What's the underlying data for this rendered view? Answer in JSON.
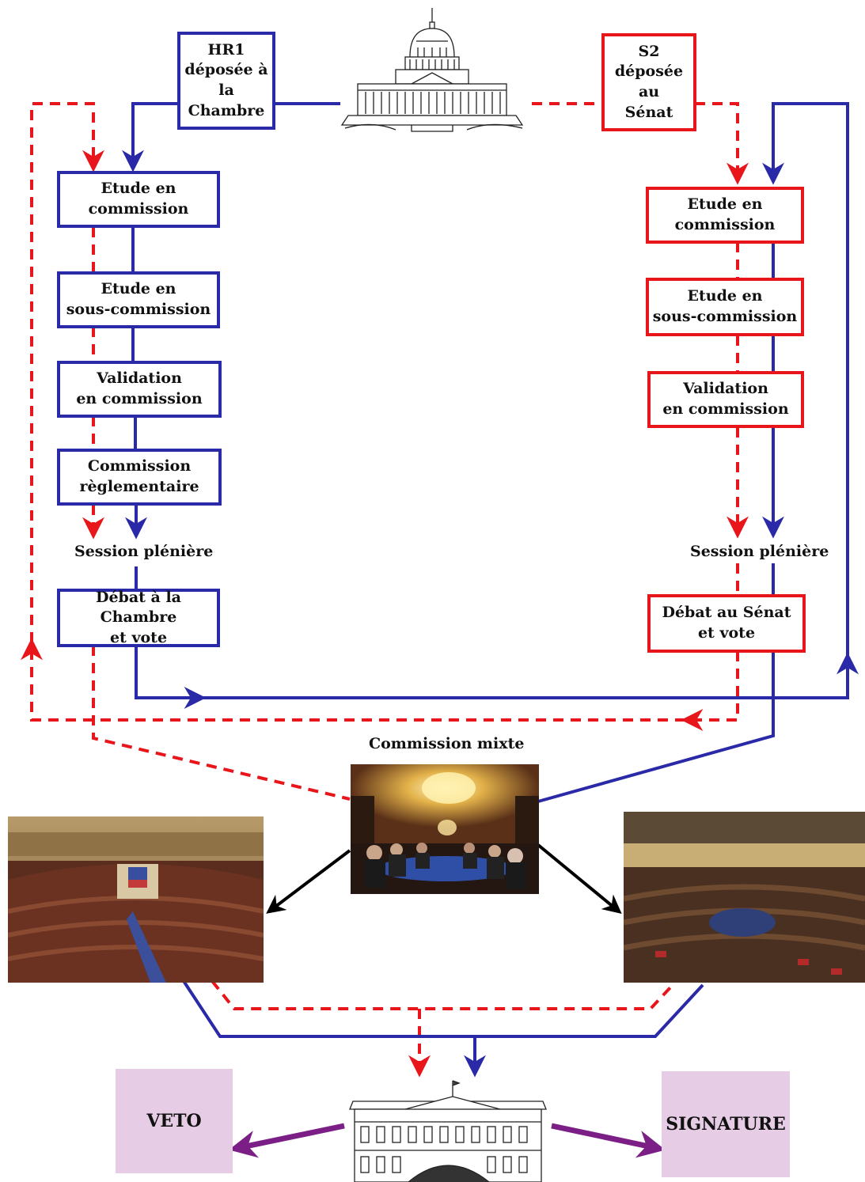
{
  "house_bill": {
    "l1": "HR1",
    "l2": "déposée à la",
    "l3": "Chambre"
  },
  "senate_bill": {
    "l1": "S2",
    "l2": "déposée au",
    "l3": "Sénat"
  },
  "house_steps": [
    {
      "l1": "Etude en",
      "l2": "commission"
    },
    {
      "l1": "Etude en",
      "l2": "sous-commission"
    },
    {
      "l1": "Validation",
      "l2": "en commission"
    },
    {
      "l1": "Commission",
      "l2": "règlementaire"
    }
  ],
  "senate_steps": [
    {
      "l1": "Etude en",
      "l2": "commission"
    },
    {
      "l1": "Etude en",
      "l2": "sous-commission"
    },
    {
      "l1": "Validation",
      "l2": "en commission"
    }
  ],
  "house_plenary": "Session plénière",
  "senate_plenary": "Session plénière",
  "house_vote": {
    "l1": "Débat à la Chambre",
    "l2": "et vote"
  },
  "senate_vote": {
    "l1": "Débat au Sénat",
    "l2": "et vote"
  },
  "conference": "Commission mixte",
  "veto": "VETO",
  "signature": "SIGNATURE",
  "colors": {
    "house": "#2a2aa8",
    "senate": "#e8151b",
    "president": "#7b1f86",
    "outcome_box": "#e6cde5",
    "conference_arrow": "#000000"
  },
  "icons": [
    "capitol-icon",
    "white-house-icon"
  ],
  "images": [
    "house-chamber-photo",
    "conference-committee-photo",
    "senate-chamber-photo"
  ]
}
